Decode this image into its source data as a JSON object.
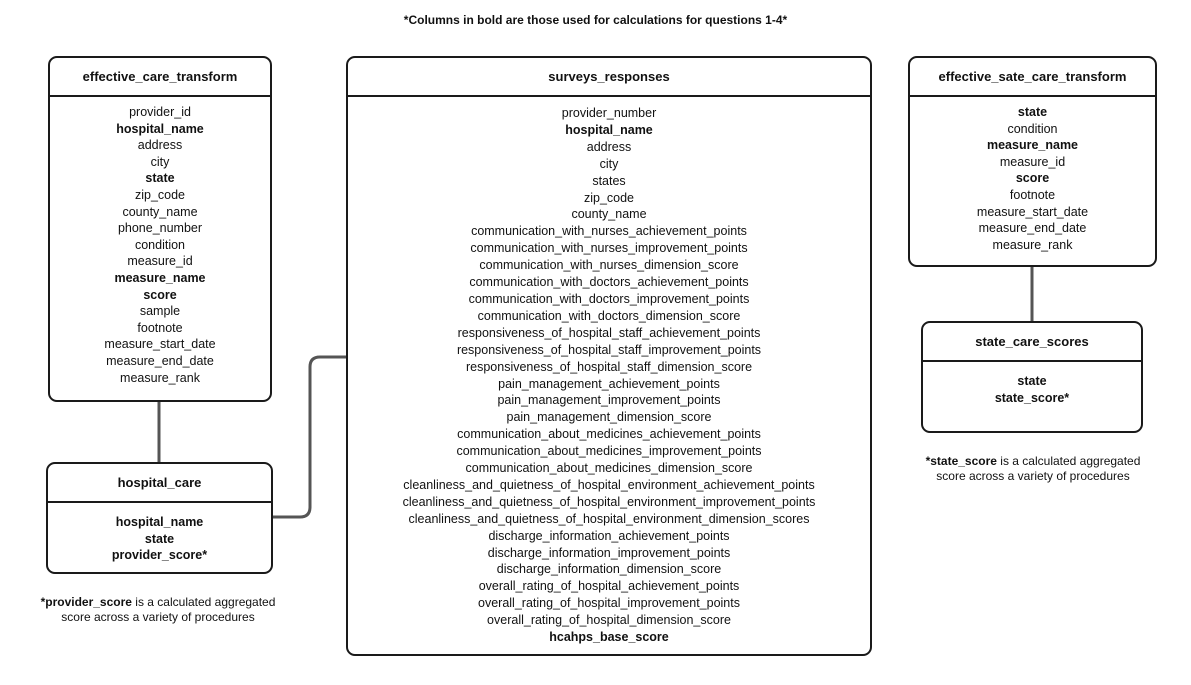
{
  "note": "*Columns in bold are those used for calculations for questions 1-4*",
  "tables": {
    "effective_care_transform": {
      "title": "effective_care_transform",
      "fields": [
        {
          "name": "provider_id",
          "bold": false
        },
        {
          "name": "hospital_name",
          "bold": true
        },
        {
          "name": "address",
          "bold": false
        },
        {
          "name": "city",
          "bold": false
        },
        {
          "name": "state",
          "bold": true
        },
        {
          "name": "zip_code",
          "bold": false
        },
        {
          "name": "county_name",
          "bold": false
        },
        {
          "name": "phone_number",
          "bold": false
        },
        {
          "name": "condition",
          "bold": false
        },
        {
          "name": "measure_id",
          "bold": false
        },
        {
          "name": "measure_name",
          "bold": true
        },
        {
          "name": "score",
          "bold": true
        },
        {
          "name": "sample",
          "bold": false
        },
        {
          "name": "footnote",
          "bold": false
        },
        {
          "name": "measure_start_date",
          "bold": false
        },
        {
          "name": "measure_end_date",
          "bold": false
        },
        {
          "name": "measure_rank",
          "bold": false
        }
      ]
    },
    "hospital_care": {
      "title": "hospital_care",
      "fields": [
        {
          "name": "hospital_name",
          "bold": true
        },
        {
          "name": "state",
          "bold": true
        },
        {
          "name": "provider_score*",
          "bold": true
        }
      ]
    },
    "surveys_responses": {
      "title": "surveys_responses",
      "fields": [
        {
          "name": "provider_number",
          "bold": false
        },
        {
          "name": "hospital_name",
          "bold": true
        },
        {
          "name": "address",
          "bold": false
        },
        {
          "name": "city",
          "bold": false
        },
        {
          "name": "states",
          "bold": false
        },
        {
          "name": "zip_code",
          "bold": false
        },
        {
          "name": "county_name",
          "bold": false
        },
        {
          "name": "communication_with_nurses_achievement_points",
          "bold": false
        },
        {
          "name": "communication_with_nurses_improvement_points",
          "bold": false
        },
        {
          "name": "communication_with_nurses_dimension_score",
          "bold": false
        },
        {
          "name": "communication_with_doctors_achievement_points",
          "bold": false
        },
        {
          "name": "communication_with_doctors_improvement_points",
          "bold": false
        },
        {
          "name": "communication_with_doctors_dimension_score",
          "bold": false
        },
        {
          "name": "responsiveness_of_hospital_staff_achievement_points",
          "bold": false
        },
        {
          "name": "responsiveness_of_hospital_staff_improvement_points",
          "bold": false
        },
        {
          "name": "responsiveness_of_hospital_staff_dimension_score",
          "bold": false
        },
        {
          "name": "pain_management_achievement_points",
          "bold": false
        },
        {
          "name": "pain_management_improvement_points",
          "bold": false
        },
        {
          "name": "pain_management_dimension_score",
          "bold": false
        },
        {
          "name": "communication_about_medicines_achievement_points",
          "bold": false
        },
        {
          "name": "communication_about_medicines_improvement_points",
          "bold": false
        },
        {
          "name": "communication_about_medicines_dimension_score",
          "bold": false
        },
        {
          "name": "cleanliness_and_quietness_of_hospital_environment_achievement_points",
          "bold": false
        },
        {
          "name": "cleanliness_and_quietness_of_hospital_environment_improvement_points",
          "bold": false
        },
        {
          "name": "cleanliness_and_quietness_of_hospital_environment_dimension_scores",
          "bold": false
        },
        {
          "name": "discharge_information_achievement_points",
          "bold": false
        },
        {
          "name": "discharge_information_improvement_points",
          "bold": false
        },
        {
          "name": "discharge_information_dimension_score",
          "bold": false
        },
        {
          "name": "overall_rating_of_hospital_achievement_points",
          "bold": false
        },
        {
          "name": "overall_rating_of_hospital_improvement_points",
          "bold": false
        },
        {
          "name": "overall_rating_of_hospital_dimension_score",
          "bold": false
        },
        {
          "name": "hcahps_base_score",
          "bold": true
        }
      ]
    },
    "effective_sate_care_transform": {
      "title": "effective_sate_care_transform",
      "fields": [
        {
          "name": "state",
          "bold": true
        },
        {
          "name": "condition",
          "bold": false
        },
        {
          "name": "measure_name",
          "bold": true
        },
        {
          "name": "measure_id",
          "bold": false
        },
        {
          "name": "score",
          "bold": true
        },
        {
          "name": "footnote",
          "bold": false
        },
        {
          "name": "measure_start_date",
          "bold": false
        },
        {
          "name": "measure_end_date",
          "bold": false
        },
        {
          "name": "measure_rank",
          "bold": false
        }
      ]
    },
    "state_care_scores": {
      "title": "state_care_scores",
      "fields": [
        {
          "name": "state",
          "bold": true
        },
        {
          "name": "state_score*",
          "bold": true
        }
      ]
    }
  },
  "footnotes": {
    "provider_score": {
      "term": "*provider_score",
      "text": " is a calculated aggregated score across a variety of procedures"
    },
    "state_score": {
      "term": "*state_score",
      "text": " is a calculated aggregated score across a variety of procedures"
    }
  }
}
